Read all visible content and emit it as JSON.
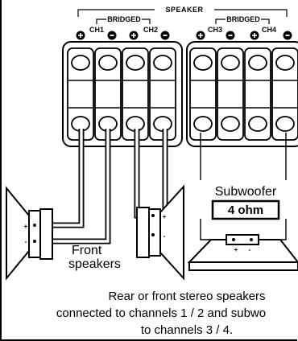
{
  "header": {
    "speaker": "SPEAKER",
    "bridged_left": "BRIDGED",
    "bridged_right": "BRIDGED",
    "channels": [
      "CH1",
      "CH2",
      "CH3",
      "CH4"
    ]
  },
  "labels": {
    "subwoofer": "Subwoofer",
    "impedance": "4 ohm",
    "front_line1": "Front",
    "front_line2": "speakers",
    "plus": "+",
    "minus": "-"
  },
  "caption": {
    "line1": "Rear or front stereo speakers",
    "line2": "connected to channels 1 / 2 and subwo",
    "line3": "to channels 3 / 4."
  }
}
